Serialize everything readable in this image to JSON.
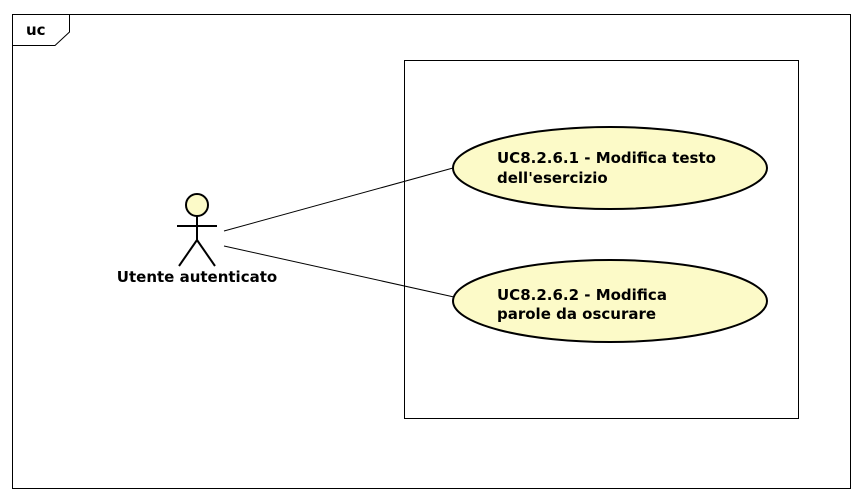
{
  "frame": {
    "label": "uc"
  },
  "actor": {
    "name": "Utente autenticato"
  },
  "use_cases": [
    {
      "line1": "UC8.2.6.1 - Modifica testo",
      "line2": "dell'esercizio"
    },
    {
      "line1": "UC8.2.6.2 - Modifica",
      "line2": "parole da oscurare"
    }
  ],
  "colors": {
    "use_case_fill": "#FCFAC8",
    "actor_head_fill": "#FCFAC8",
    "stroke": "#000000",
    "background": "#FFFFFF"
  }
}
